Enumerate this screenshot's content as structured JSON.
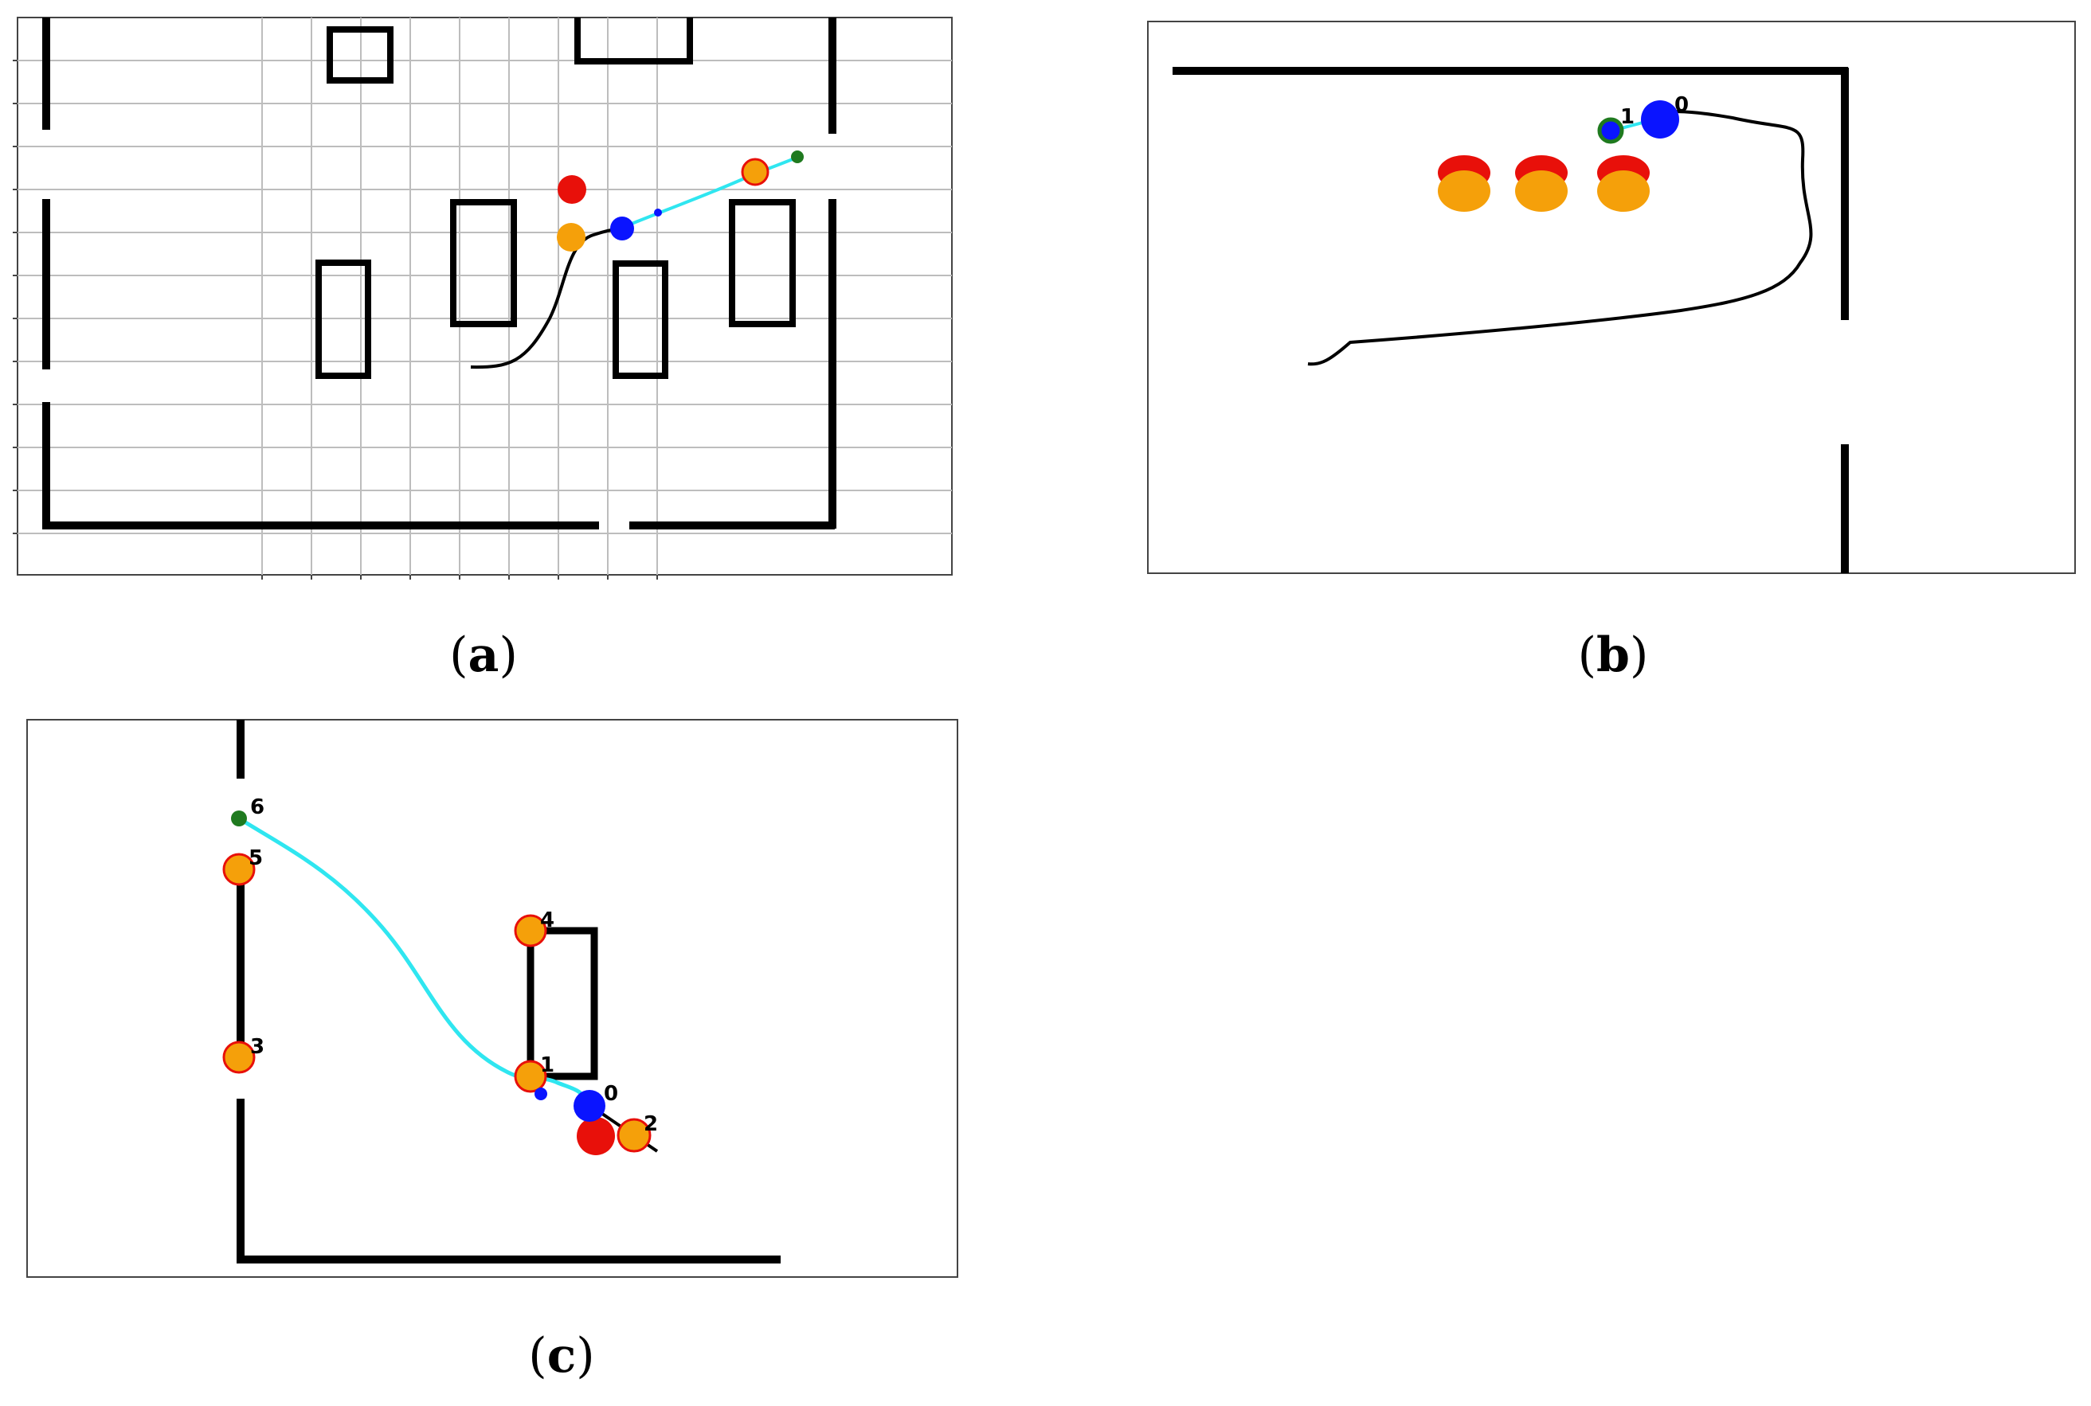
{
  "colors": {
    "wall": "#000000",
    "grid": "#bdbdbd",
    "frame": "#444444",
    "robot": "#0a14ff",
    "human_red": "#e8100a",
    "human_orange": "#f5a00a",
    "goal": "#1f7a1f",
    "planned_path": "#2fe6f0",
    "executed_path": "#000000",
    "marker_outline": "#e8100a"
  },
  "panels": [
    {
      "id": "a",
      "caption_letter": "a",
      "shows_grid": true,
      "labels": []
    },
    {
      "id": "b",
      "caption_letter": "b",
      "shows_grid": false,
      "labels": [
        "0",
        "1"
      ]
    },
    {
      "id": "c",
      "caption_letter": "c",
      "shows_grid": false,
      "labels": [
        "0",
        "1",
        "2",
        "3",
        "4",
        "5",
        "6"
      ]
    }
  ],
  "caption": {
    "open": "(",
    "close": ")"
  }
}
